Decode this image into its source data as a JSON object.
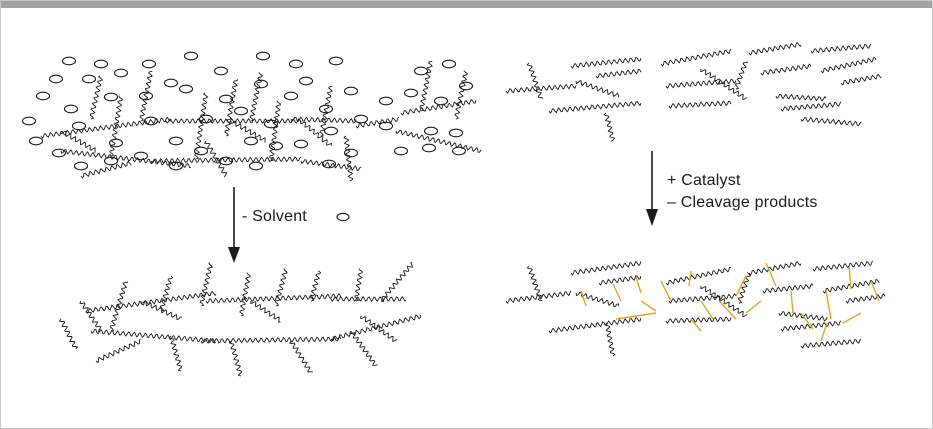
{
  "labels": {
    "solvent": "- Solvent",
    "catalyst": "+ Catalyst",
    "cleavage": "– Cleavage products"
  },
  "colors": {
    "topbar": "#a3a3a3",
    "chain": "#1a1a1a",
    "crosslink": "#f0a020",
    "solvent_ellipse": "#1a1a1a",
    "arrow": "#1a1a1a"
  },
  "icons": {
    "solvent_molecule": "ellipse-icon"
  },
  "panels": [
    "swollen-network-with-solvent",
    "dried-network",
    "separate-polymer-chains",
    "crosslinked-chains"
  ]
}
